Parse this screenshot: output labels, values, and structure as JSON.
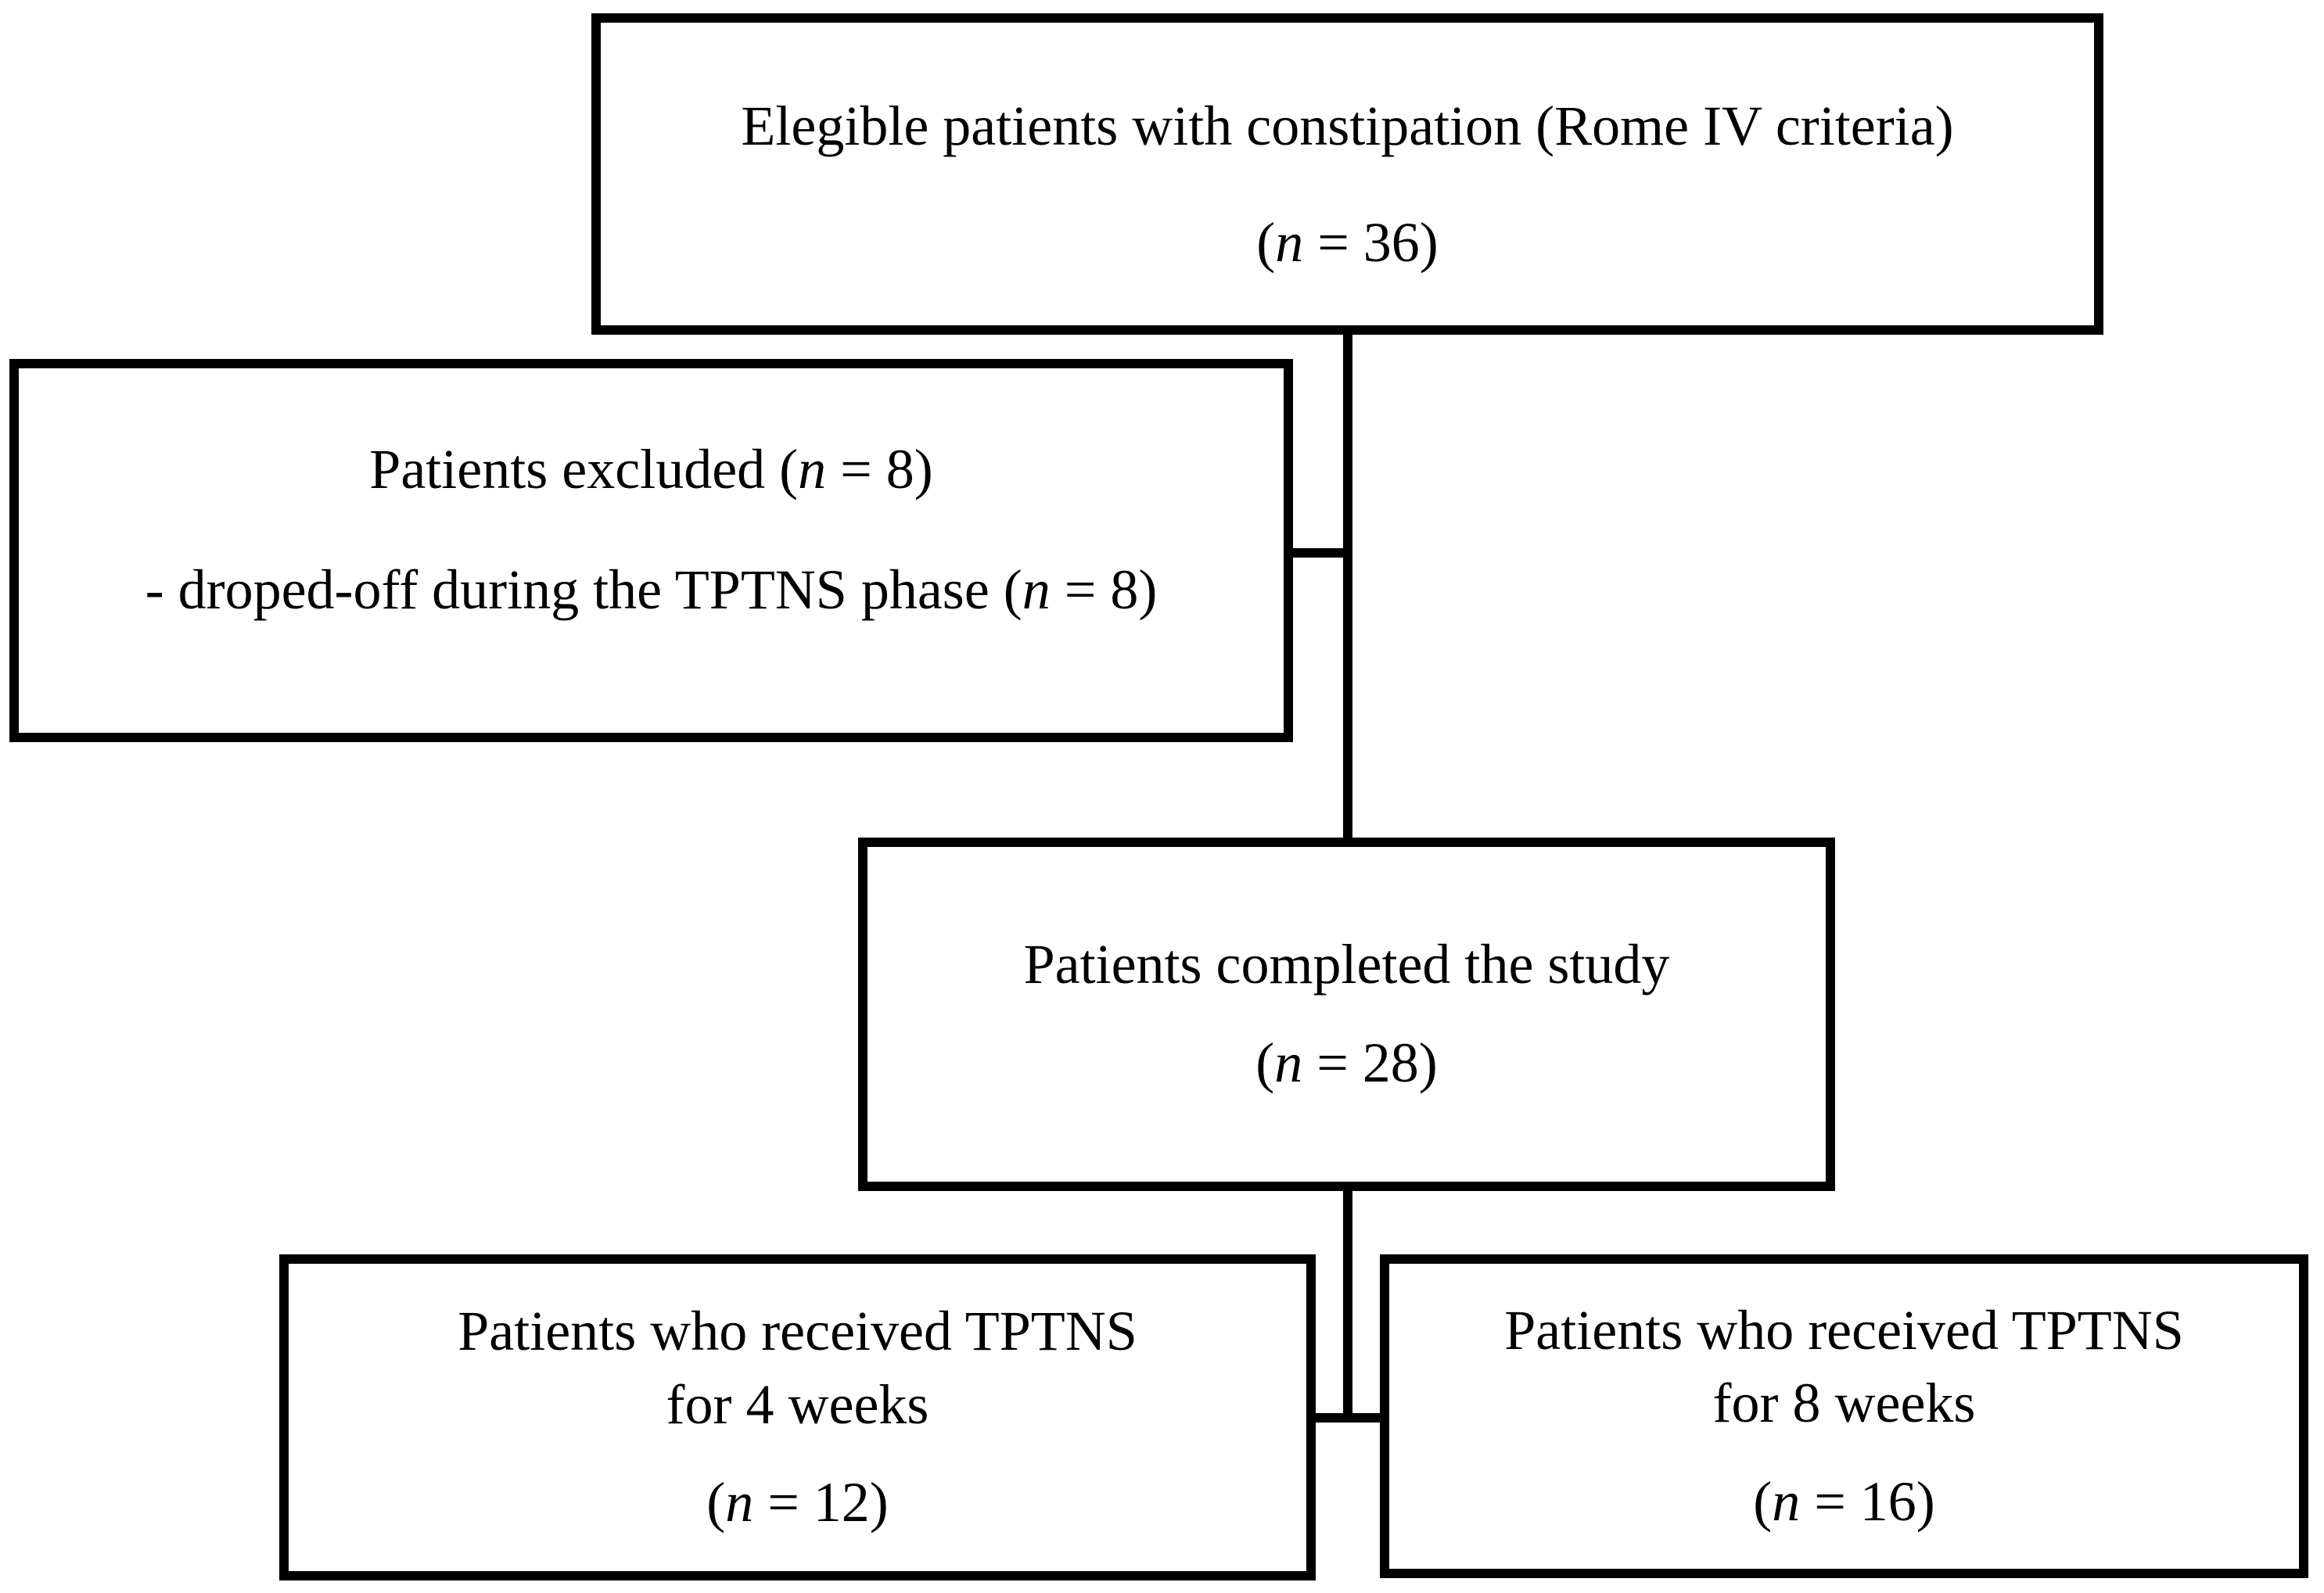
{
  "diagram": {
    "background_color": "#ffffff",
    "line_color": "#000000",
    "boxes": {
      "eligible": {
        "line1": "Elegible patients with constipation (Rome IV criteria)",
        "n_pre": "(",
        "n_var": "n",
        "n_post": " = 36)"
      },
      "excluded": {
        "line1_pre": "Patients excluded (",
        "line1_var": "n",
        "line1_post": " = 8)",
        "line2_pre": "- droped-off during the TPTNS phase (",
        "line2_var": "n",
        "line2_post": " = 8)"
      },
      "completed": {
        "line1": "Patients completed the study",
        "n_pre": "(",
        "n_var": "n",
        "n_post": " = 28)"
      },
      "tptns_4w": {
        "line1": "Patients who received TPTNS",
        "line2": "for 4 weeks",
        "n_pre": "(",
        "n_var": "n",
        "n_post": " = 12)"
      },
      "tptns_8w": {
        "line1": "Patients who received TPTNS",
        "line2": "for 8 weeks",
        "n_pre": "(",
        "n_var": "n",
        "n_post": " = 16)"
      }
    }
  }
}
